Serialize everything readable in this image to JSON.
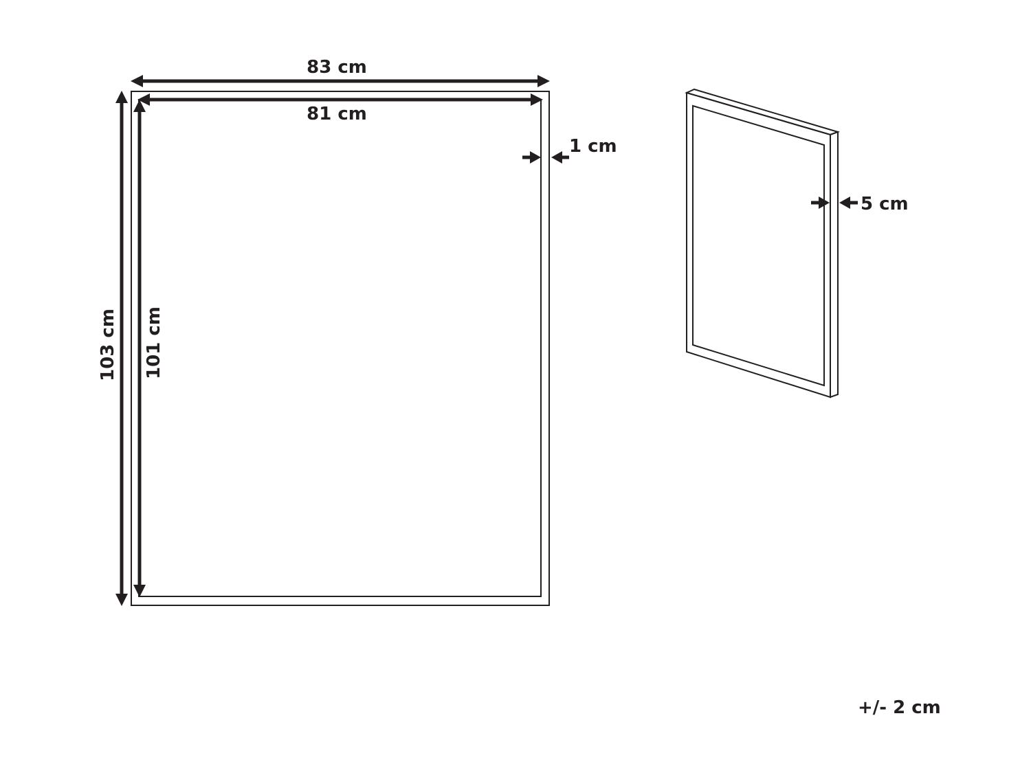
{
  "labels": {
    "outer_width": "83 cm",
    "inner_width": "81 cm",
    "frame_width": "1 cm",
    "outer_height": "103 cm",
    "inner_height": "101 cm",
    "depth": "5 cm",
    "tolerance": "+/- 2 cm"
  },
  "colors": {
    "ink": "#231f20",
    "background": "#ffffff"
  }
}
